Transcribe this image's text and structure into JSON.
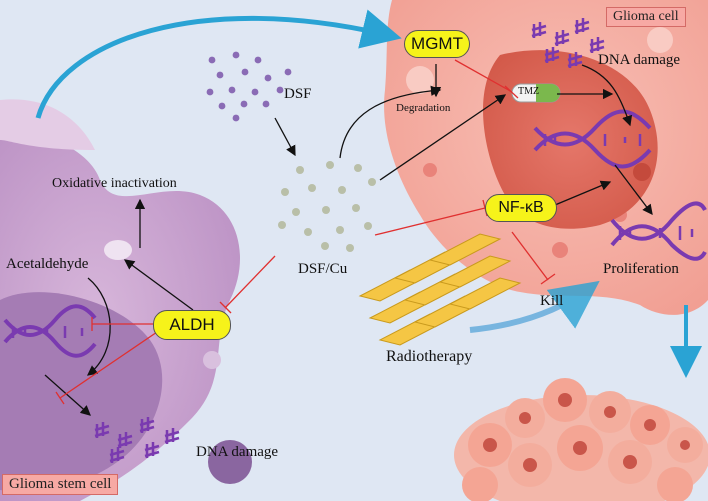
{
  "colors": {
    "background": "#dfe7f3",
    "stem_cell": "#c9a3cf",
    "stem_nucleus": "#9f79b0",
    "glioma_cell": "#f5b1a6",
    "glioma_nucleus": "#df6d5d",
    "pill": "#f6f31a",
    "inhibit": "#e03030",
    "activate": "#111111",
    "dna": "#7a3ab0",
    "arrow_blue": "#2aa3d4"
  },
  "labels": {
    "glioma_cell": "Glioma cell",
    "glioma_stem_cell": "Glioma stem cell",
    "mgmt": "MGMT",
    "degradation": "Degradation",
    "tmz": "TMZ",
    "dna_damage_top": "DNA damage",
    "dsf": "DSF",
    "dsf_cu": "DSF/Cu",
    "nfkb": "NF-κB",
    "proliferation": "Proliferation",
    "kill": "Kill",
    "radiotherapy": "Radiotherapy",
    "oxidative_inactivation": "Oxidative inactivation",
    "acetaldehyde": "Acetaldehyde",
    "aldh": "ALDH",
    "dna_damage_bottom": "DNA damage"
  },
  "icons": [
    "dsf-particles-icon",
    "dsf-cu-particles-icon",
    "dna-helix-icon",
    "dna-fragments-icon",
    "radiotherapy-beam-icon",
    "tumor-mass-icon"
  ]
}
